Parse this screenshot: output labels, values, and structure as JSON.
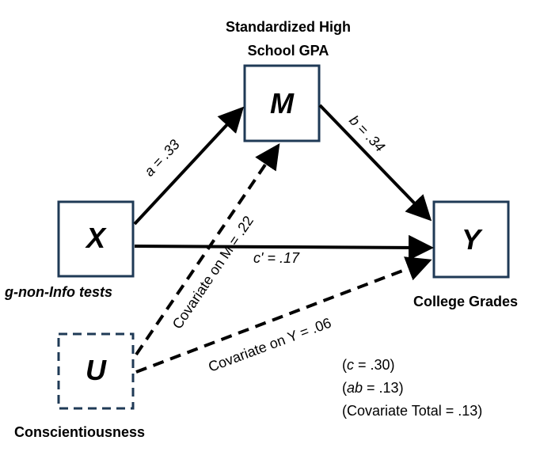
{
  "nodes": {
    "x": {
      "letter": "X",
      "caption": "g-non-Info tests"
    },
    "m": {
      "letter": "M",
      "caption_line1": "Standardized High",
      "caption_line2": "School GPA"
    },
    "y": {
      "letter": "Y",
      "caption": "College Grades"
    },
    "u": {
      "letter": "U",
      "caption": "Conscientiousness"
    }
  },
  "paths": {
    "a": "a = .33",
    "b": "b = .34",
    "c_prime": "c' = .17",
    "cov_m": "Covariate on M = .22",
    "cov_y": "Covariate on Y = .06"
  },
  "summary": {
    "c_open": "(",
    "c_sym": "c",
    "c_rest": " = .30)",
    "ab_open": "(",
    "ab_sym": "ab",
    "ab_rest": " = .13)",
    "cov_total": "(Covariate Total = .13)"
  },
  "colors": {
    "box_border": "#1f3a56",
    "arrow": "#000000",
    "dashed_box": "#1f3a56"
  }
}
